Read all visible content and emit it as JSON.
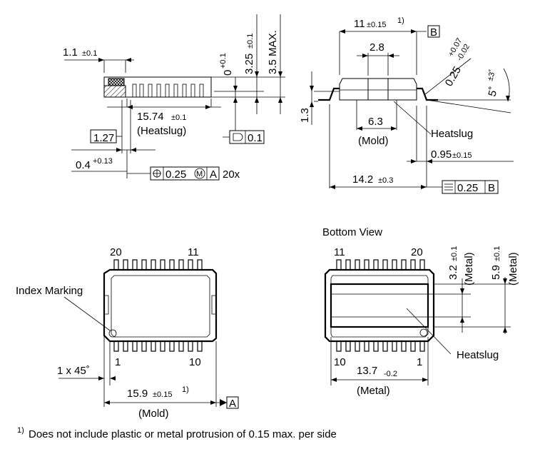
{
  "side_view": {
    "dim_1_1": "1.1",
    "dim_1_1_tol": "±0.1",
    "dim_0": "0",
    "dim_0_tol": "+0.1",
    "dim_325": "3.25",
    "dim_325_tol": "±0.1",
    "dim_35max": "3.5 MAX.",
    "dim_1574": "15.74",
    "dim_1574_tol": "±0.1",
    "heatslug_label": "(Heatslug)",
    "pitch": "1.27",
    "flatness": "0.1",
    "dim_04": "0.4",
    "dim_04_tol": "+0.13",
    "position_tol": "0.25",
    "position_mod": "M",
    "datum_a": "A",
    "count": "20x"
  },
  "end_view": {
    "dim_11": "11",
    "dim_11_tol": "±0.15",
    "footnote_ref": "1)",
    "datum_b": "B",
    "dim_28": "2.8",
    "dim_025": "0.25",
    "dim_025_tol_plus": "+0.07",
    "dim_025_tol_minus": "-0.02",
    "angle": "5˚",
    "angle_tol": "±3˚",
    "dim_13": "1.3",
    "dim_63": "6.3",
    "mold_label": "(Mold)",
    "heatslug_label": "Heatslug",
    "dim_095": "0.95",
    "dim_095_tol": "±0.15",
    "dim_142": "14.2",
    "dim_142_tol": "±0.3",
    "symmetry_tol": "0.25",
    "datum_b_ref": "B"
  },
  "top_view": {
    "pin_20": "20",
    "pin_11": "11",
    "pin_1": "1",
    "pin_10": "10",
    "index_marking": "Index Marking",
    "chamfer": "1 x 45˚",
    "dim_159": "15.9",
    "dim_159_tol": "±0.15",
    "footnote_ref": "1)",
    "mold_label": "(Mold)",
    "datum_a": "A"
  },
  "bottom_view": {
    "title": "Bottom View",
    "pin_11": "11",
    "pin_20": "20",
    "pin_10": "10",
    "pin_1": "1",
    "dim_32": "3.2",
    "dim_32_tol": "±0.1",
    "metal_label_1": "(Metal)",
    "dim_59": "5.9",
    "dim_59_tol": "±0.1",
    "metal_label_2": "(Metal)",
    "heatslug_label": "Heatslug",
    "dim_137": "13.7",
    "dim_137_tol": "-0.2",
    "metal_label_3": "(Metal)"
  },
  "footnote": {
    "mark": "1)",
    "text": "Does not include plastic or metal protrusion of 0.15 max. per side"
  }
}
